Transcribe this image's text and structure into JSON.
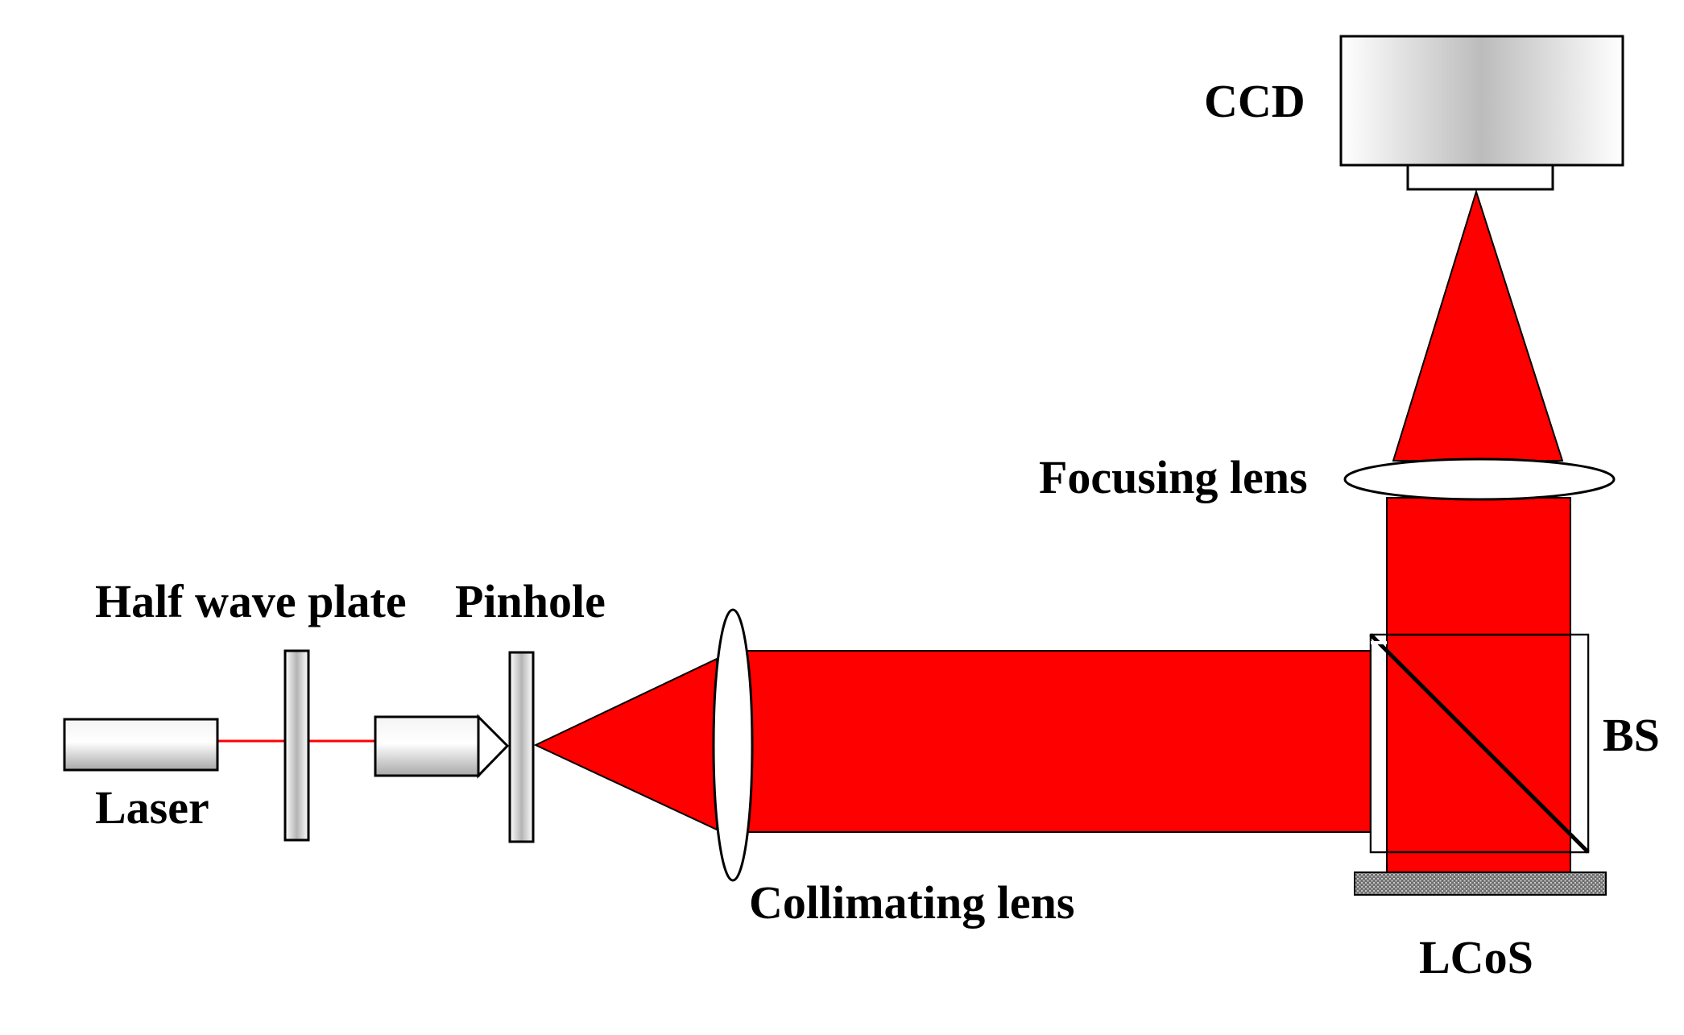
{
  "labels": {
    "ccd": "CCD",
    "focusing_lens": "Focusing lens",
    "half_wave_plate": "Half wave plate",
    "pinhole": "Pinhole",
    "bs": "BS",
    "laser": "Laser",
    "collimating_lens": "Collimating lens",
    "lcos": "LCoS"
  },
  "colors": {
    "beam": "#ff0000",
    "outline": "#000000"
  }
}
